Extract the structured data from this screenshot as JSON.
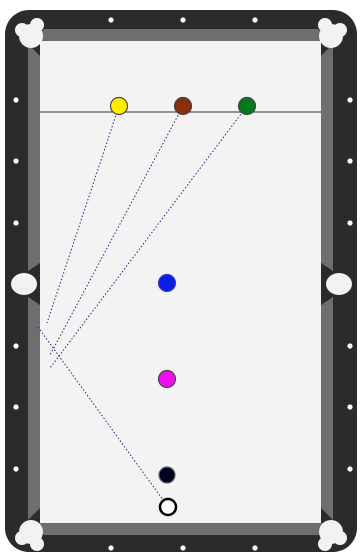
{
  "table": {
    "rail_color": "#2b2b2b",
    "cushion_color": "#6e6e6e",
    "felt_color": "#f3f3f3",
    "pocket_color": "#f2f2f2",
    "diamond_color": "#ffffff",
    "head_string_color": "#333333",
    "aim_line_color": "#2a2a7a"
  },
  "balls": [
    {
      "id": "yellow",
      "color": "#ffee00",
      "outline": "#444444"
    },
    {
      "id": "brown",
      "color": "#8b2e0a",
      "outline": "#444444"
    },
    {
      "id": "green",
      "color": "#007a1c",
      "outline": "#444444"
    },
    {
      "id": "blue",
      "color": "#0a1ee6",
      "outline": "#3344aa"
    },
    {
      "id": "pink",
      "color": "#ee10ee",
      "outline": "#444444"
    },
    {
      "id": "black",
      "color": "#000022",
      "outline": "#666666"
    },
    {
      "id": "cue",
      "color": "#ffffff",
      "outline": "#000000"
    }
  ]
}
